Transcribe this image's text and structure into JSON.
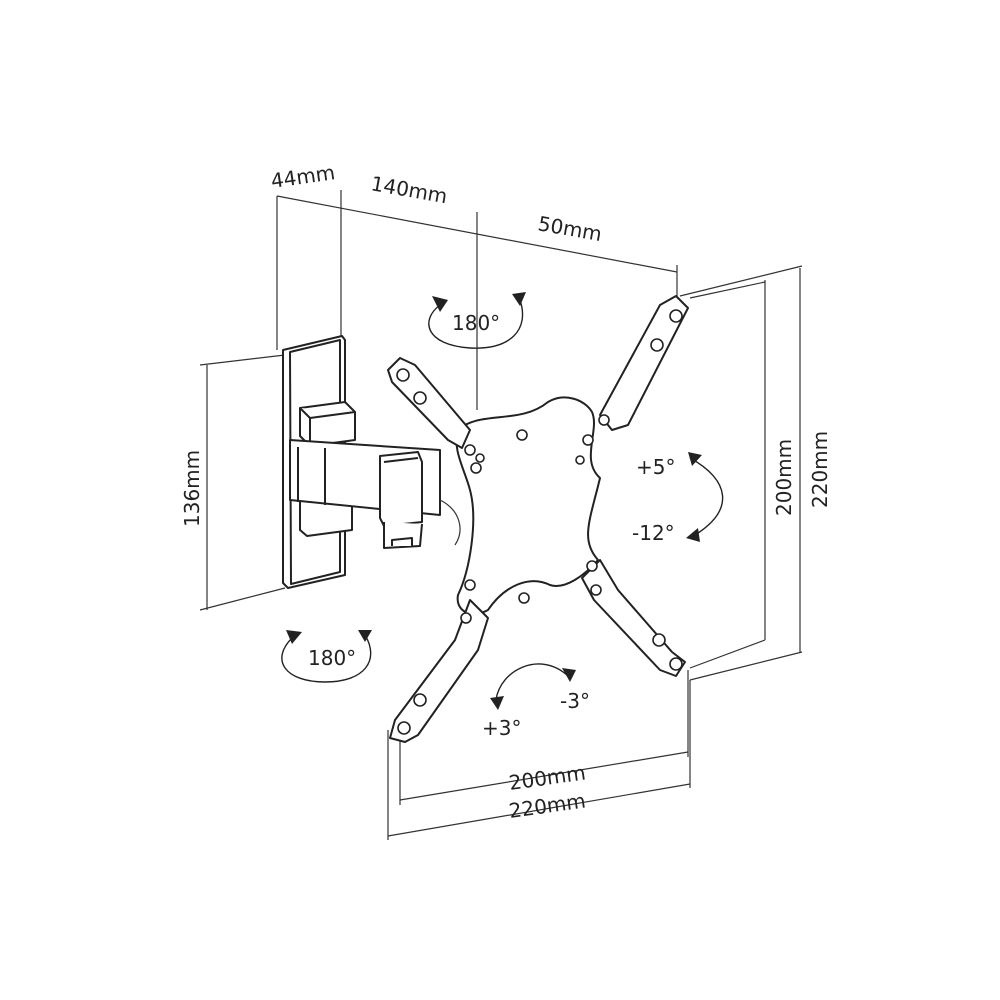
{
  "dimensions": {
    "wall_plate_depth": "44mm",
    "arm_length": "140mm",
    "pivot_offset": "50mm",
    "wall_plate_height": "136mm",
    "vesa_vertical_inner": "200mm",
    "vesa_vertical_outer": "220mm",
    "vesa_horizontal_inner": "200mm",
    "vesa_horizontal_outer": "220mm"
  },
  "rotations": {
    "top_swivel": "180°",
    "wall_swivel": "180°",
    "tilt_up": "+5°",
    "tilt_down": "-12°",
    "level_plus": "+3°",
    "level_minus": "-3°"
  }
}
